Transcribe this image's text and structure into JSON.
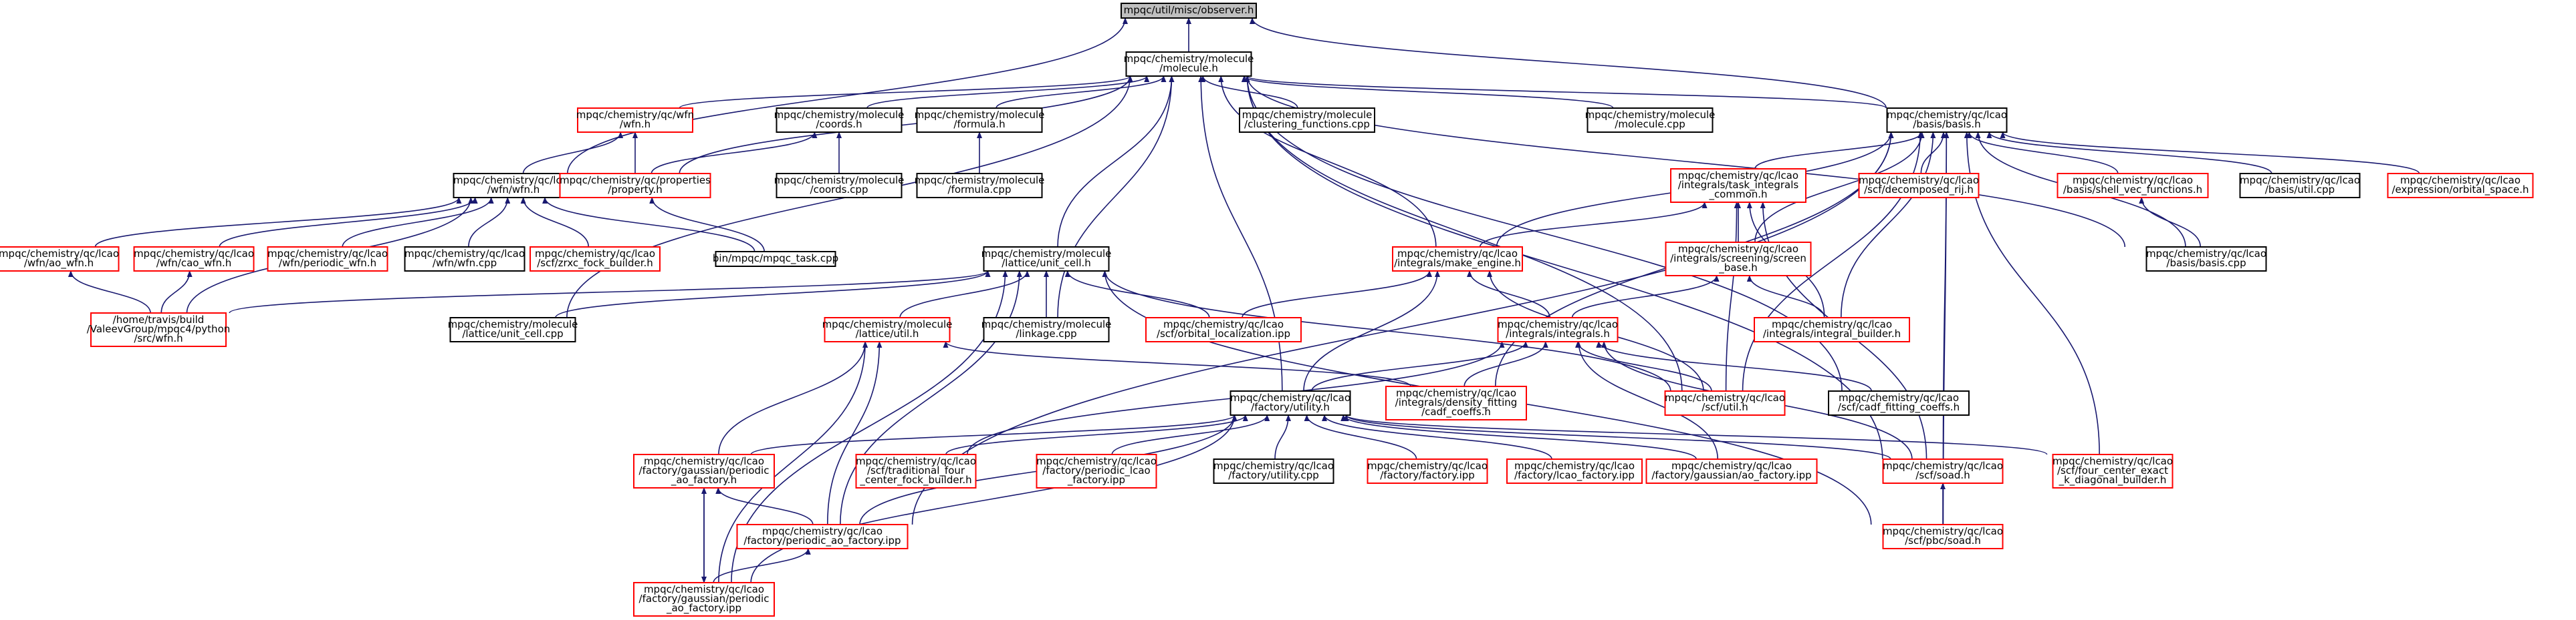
{
  "colors": {
    "edge": "#191970",
    "root_fill": "#bfbfbf",
    "external_border": "#ff0000",
    "node_border": "#000000",
    "background": "#ffffff"
  },
  "nodes": [
    {
      "id": "observer",
      "lines": [
        "mpqc/util/misc/observer.h"
      ],
      "style": "root"
    },
    {
      "id": "molecule_h",
      "lines": [
        "mpqc/chemistry/molecule",
        "/molecule.h"
      ],
      "style": "black"
    },
    {
      "id": "basis_h",
      "lines": [
        "mpqc/chemistry/qc/lcao",
        "/basis/basis.h"
      ],
      "style": "black"
    },
    {
      "id": "wfn_h",
      "lines": [
        "mpqc/chemistry/qc/wfn",
        "/wfn.h"
      ],
      "style": "red"
    },
    {
      "id": "coords_h",
      "lines": [
        "mpqc/chemistry/molecule",
        "/coords.h"
      ],
      "style": "black"
    },
    {
      "id": "formula_h",
      "lines": [
        "mpqc/chemistry/molecule",
        "/formula.h"
      ],
      "style": "black"
    },
    {
      "id": "clustering_cpp",
      "lines": [
        "mpqc/chemistry/molecule",
        "/clustering_functions.cpp"
      ],
      "style": "black"
    },
    {
      "id": "molecule_cpp",
      "lines": [
        "mpqc/chemistry/molecule",
        "/molecule.cpp"
      ],
      "style": "black"
    },
    {
      "id": "lcao_wfn_h",
      "lines": [
        "mpqc/chemistry/qc/lcao",
        "/wfn/wfn.h"
      ],
      "style": "black"
    },
    {
      "id": "property_h",
      "lines": [
        "mpqc/chemistry/qc/properties",
        "/property.h"
      ],
      "style": "red"
    },
    {
      "id": "coords_cpp",
      "lines": [
        "mpqc/chemistry/molecule",
        "/coords.cpp"
      ],
      "style": "black"
    },
    {
      "id": "formula_cpp",
      "lines": [
        "mpqc/chemistry/molecule",
        "/formula.cpp"
      ],
      "style": "black"
    },
    {
      "id": "task_integrals",
      "lines": [
        "mpqc/chemistry/qc/lcao",
        "/integrals/task_integrals",
        "_common.h"
      ],
      "style": "red"
    },
    {
      "id": "decomposed_rij",
      "lines": [
        "mpqc/chemistry/qc/lcao",
        "/scf/decomposed_rij.h"
      ],
      "style": "red"
    },
    {
      "id": "shell_vec",
      "lines": [
        "mpqc/chemistry/qc/lcao",
        "/basis/shell_vec_functions.h"
      ],
      "style": "red"
    },
    {
      "id": "basis_util_cpp",
      "lines": [
        "mpqc/chemistry/qc/lcao",
        "/basis/util.cpp"
      ],
      "style": "black"
    },
    {
      "id": "orbital_space",
      "lines": [
        "mpqc/chemistry/qc/lcao",
        "/expression/orbital_space.h"
      ],
      "style": "red"
    },
    {
      "id": "mpqc_task",
      "lines": [
        "bin/mpqc/mpqc_task.cpp"
      ],
      "style": "black"
    },
    {
      "id": "basis_cpp",
      "lines": [
        "mpqc/chemistry/qc/lcao",
        "/basis/basis.cpp"
      ],
      "style": "black"
    },
    {
      "id": "ao_wfn_h",
      "lines": [
        "mpqc/chemistry/qc/lcao",
        "/wfn/ao_wfn.h"
      ],
      "style": "red"
    },
    {
      "id": "cao_wfn_h",
      "lines": [
        "mpqc/chemistry/qc/lcao",
        "/wfn/cao_wfn.h"
      ],
      "style": "red"
    },
    {
      "id": "periodic_wfn_h",
      "lines": [
        "mpqc/chemistry/qc/lcao",
        "/wfn/periodic_wfn.h"
      ],
      "style": "red"
    },
    {
      "id": "wfn_cpp",
      "lines": [
        "mpqc/chemistry/qc/lcao",
        "/wfn/wfn.cpp"
      ],
      "style": "black"
    },
    {
      "id": "zrxc_fock",
      "lines": [
        "mpqc/chemistry/qc/lcao",
        "/scf/zrxc_fock_builder.h"
      ],
      "style": "red"
    },
    {
      "id": "unit_cell_h",
      "lines": [
        "mpqc/chemistry/molecule",
        "/lattice/unit_cell.h"
      ],
      "style": "black"
    },
    {
      "id": "make_engine",
      "lines": [
        "mpqc/chemistry/qc/lcao",
        "/integrals/make_engine.h"
      ],
      "style": "red"
    },
    {
      "id": "screen_base",
      "lines": [
        "mpqc/chemistry/qc/lcao",
        "/integrals/screening/screen",
        "_base.h"
      ],
      "style": "red"
    },
    {
      "id": "python_wfn",
      "lines": [
        "/home/travis/build",
        "/ValeevGroup/mpqc4/python",
        "/src/wfn.h"
      ],
      "style": "red"
    },
    {
      "id": "unit_cell_cpp",
      "lines": [
        "mpqc/chemistry/molecule",
        "/lattice/unit_cell.cpp"
      ],
      "style": "black"
    },
    {
      "id": "lattice_util",
      "lines": [
        "mpqc/chemistry/molecule",
        "/lattice/util.h"
      ],
      "style": "red"
    },
    {
      "id": "linkage_cpp",
      "lines": [
        "mpqc/chemistry/molecule",
        "/linkage.cpp"
      ],
      "style": "black"
    },
    {
      "id": "orbital_loc",
      "lines": [
        "mpqc/chemistry/qc/lcao",
        "/scf/orbital_localization.ipp"
      ],
      "style": "red"
    },
    {
      "id": "integrals_h",
      "lines": [
        "mpqc/chemistry/qc/lcao",
        "/integrals/integrals.h"
      ],
      "style": "red"
    },
    {
      "id": "integral_builder",
      "lines": [
        "mpqc/chemistry/qc/lcao",
        "/integrals/integral_builder.h"
      ],
      "style": "red"
    },
    {
      "id": "utility_h",
      "lines": [
        "mpqc/chemistry/qc/lcao",
        "/factory/utility.h"
      ],
      "style": "black"
    },
    {
      "id": "density_fitting",
      "lines": [
        "mpqc/chemistry/qc/lcao",
        "/integrals/density_fitting",
        "/cadf_coeffs.h"
      ],
      "style": "red"
    },
    {
      "id": "scf_cadf",
      "lines": [
        "mpqc/chemistry/qc/lcao",
        "/scf/cadf_fitting_coeffs.h"
      ],
      "style": "black"
    },
    {
      "id": "scf_util",
      "lines": [
        "mpqc/chemistry/qc/lcao",
        "/scf/util.h"
      ],
      "style": "red"
    },
    {
      "id": "gp_ao_factory_h",
      "lines": [
        "mpqc/chemistry/qc/lcao",
        "/factory/gaussian/periodic",
        "_ao_factory.h"
      ],
      "style": "red"
    },
    {
      "id": "trad_fock",
      "lines": [
        "mpqc/chemistry/qc/lcao",
        "/scf/traditional_four",
        "_center_fock_builder.h"
      ],
      "style": "red"
    },
    {
      "id": "periodic_lcao",
      "lines": [
        "mpqc/chemistry/qc/lcao",
        "/factory/periodic_lcao",
        "_factory.ipp"
      ],
      "style": "red"
    },
    {
      "id": "factory_util_cpp",
      "lines": [
        "mpqc/chemistry/qc/lcao",
        "/factory/utility.cpp"
      ],
      "style": "black"
    },
    {
      "id": "factory_ipp",
      "lines": [
        "mpqc/chemistry/qc/lcao",
        "/factory/factory.ipp"
      ],
      "style": "red"
    },
    {
      "id": "lcao_factory",
      "lines": [
        "mpqc/chemistry/qc/lcao",
        "/factory/lcao_factory.ipp"
      ],
      "style": "red"
    },
    {
      "id": "g_ao_factory",
      "lines": [
        "mpqc/chemistry/qc/lcao",
        "/factory/gaussian/ao_factory.ipp"
      ],
      "style": "red"
    },
    {
      "id": "soad_h",
      "lines": [
        "mpqc/chemistry/qc/lcao",
        "/scf/soad.h"
      ],
      "style": "red"
    },
    {
      "id": "four_center",
      "lines": [
        "mpqc/chemistry/qc/lcao",
        "/scf/four_center_exact",
        "_k_diagonal_builder.h"
      ],
      "style": "red"
    },
    {
      "id": "periodic_ao_factory_ipp",
      "lines": [
        "mpqc/chemistry/qc/lcao",
        "/factory/periodic_ao_factory.ipp"
      ],
      "style": "red"
    },
    {
      "id": "pbc_soad",
      "lines": [
        "mpqc/chemistry/qc/lcao",
        "/scf/pbc/soad.h"
      ],
      "style": "red"
    },
    {
      "id": "gp_ao_factory_ipp",
      "lines": [
        "mpqc/chemistry/qc/lcao",
        "/factory/gaussian/periodic",
        "_ao_factory.ipp"
      ],
      "style": "red"
    }
  ],
  "edges": [
    [
      "molecule_h",
      "observer"
    ],
    [
      "basis_h",
      "observer"
    ],
    [
      "lcao_wfn_h",
      "observer"
    ],
    [
      "basis_h",
      "molecule_h"
    ],
    [
      "wfn_h",
      "molecule_h"
    ],
    [
      "coords_h",
      "molecule_h"
    ],
    [
      "formula_h",
      "molecule_h"
    ],
    [
      "clustering_cpp",
      "molecule_h"
    ],
    [
      "molecule_cpp",
      "molecule_h"
    ],
    [
      "property_h",
      "molecule_h"
    ],
    [
      "unit_cell_h",
      "molecule_h"
    ],
    [
      "make_engine",
      "molecule_h"
    ],
    [
      "linkage_cpp",
      "molecule_h"
    ],
    [
      "utility_h",
      "molecule_h"
    ],
    [
      "scf_util",
      "molecule_h"
    ],
    [
      "unit_cell_cpp",
      "molecule_h"
    ],
    [
      "soad_h",
      "molecule_h"
    ],
    [
      "scf_cadf",
      "molecule_h"
    ],
    [
      "basis_cpp",
      "molecule_h"
    ],
    [
      "lcao_wfn_h",
      "wfn_h"
    ],
    [
      "property_h",
      "wfn_h"
    ],
    [
      "property_h",
      "coords_h"
    ],
    [
      "coords_cpp",
      "coords_h"
    ],
    [
      "formula_cpp",
      "formula_h"
    ],
    [
      "mpqc_task",
      "property_h"
    ],
    [
      "ao_wfn_h",
      "lcao_wfn_h"
    ],
    [
      "cao_wfn_h",
      "lcao_wfn_h"
    ],
    [
      "periodic_wfn_h",
      "lcao_wfn_h"
    ],
    [
      "wfn_cpp",
      "lcao_wfn_h"
    ],
    [
      "zrxc_fock",
      "lcao_wfn_h"
    ],
    [
      "mpqc_task",
      "lcao_wfn_h"
    ],
    [
      "python_wfn",
      "lcao_wfn_h"
    ],
    [
      "property_h",
      "lcao_wfn_h"
    ],
    [
      "python_wfn",
      "ao_wfn_h"
    ],
    [
      "python_wfn",
      "cao_wfn_h"
    ],
    [
      "task_integrals",
      "basis_h"
    ],
    [
      "decomposed_rij",
      "basis_h"
    ],
    [
      "shell_vec",
      "basis_h"
    ],
    [
      "basis_util_cpp",
      "basis_h"
    ],
    [
      "orbital_space",
      "basis_h"
    ],
    [
      "basis_cpp",
      "basis_h"
    ],
    [
      "make_engine",
      "basis_h"
    ],
    [
      "screen_base",
      "basis_h"
    ],
    [
      "integral_builder",
      "basis_h"
    ],
    [
      "density_fitting",
      "basis_h"
    ],
    [
      "soad_h",
      "basis_h"
    ],
    [
      "four_center",
      "basis_h"
    ],
    [
      "pbc_soad",
      "basis_h"
    ],
    [
      "scf_util",
      "basis_h"
    ],
    [
      "periodic_ao_factory_ipp",
      "basis_h"
    ],
    [
      "basis_cpp",
      "shell_vec"
    ],
    [
      "make_engine",
      "task_integrals"
    ],
    [
      "screen_base",
      "task_integrals"
    ],
    [
      "integral_builder",
      "task_integrals"
    ],
    [
      "scf_util",
      "task_integrals"
    ],
    [
      "soad_h",
      "task_integrals"
    ],
    [
      "integrals_h",
      "screen_base"
    ],
    [
      "integral_builder",
      "screen_base"
    ],
    [
      "lattice_util",
      "unit_cell_h"
    ],
    [
      "unit_cell_cpp",
      "unit_cell_h"
    ],
    [
      "linkage_cpp",
      "unit_cell_h"
    ],
    [
      "orbital_loc",
      "unit_cell_h"
    ],
    [
      "python_wfn",
      "unit_cell_h"
    ],
    [
      "periodic_ao_factory_ipp",
      "unit_cell_h"
    ],
    [
      "gp_ao_factory_ipp",
      "unit_cell_h"
    ],
    [
      "scf_util",
      "unit_cell_h"
    ],
    [
      "pbc_soad",
      "unit_cell_h"
    ],
    [
      "orbital_loc",
      "make_engine"
    ],
    [
      "integrals_h",
      "make_engine"
    ],
    [
      "utility_h",
      "make_engine"
    ],
    [
      "scf_util",
      "make_engine"
    ],
    [
      "gp_ao_factory_h",
      "lattice_util"
    ],
    [
      "periodic_ao_factory_ipp",
      "lattice_util"
    ],
    [
      "gp_ao_factory_ipp",
      "lattice_util"
    ],
    [
      "density_fitting",
      "lattice_util"
    ],
    [
      "utility_h",
      "integrals_h"
    ],
    [
      "density_fitting",
      "integrals_h"
    ],
    [
      "scf_cadf",
      "integrals_h"
    ],
    [
      "scf_util",
      "integrals_h"
    ],
    [
      "trad_fock",
      "integrals_h"
    ],
    [
      "g_ao_factory",
      "integrals_h"
    ],
    [
      "soad_h",
      "integrals_h"
    ],
    [
      "gp_ao_factory_h",
      "utility_h"
    ],
    [
      "trad_fock",
      "utility_h"
    ],
    [
      "periodic_lcao",
      "utility_h"
    ],
    [
      "factory_util_cpp",
      "utility_h"
    ],
    [
      "factory_ipp",
      "utility_h"
    ],
    [
      "lcao_factory",
      "utility_h"
    ],
    [
      "g_ao_factory",
      "utility_h"
    ],
    [
      "soad_h",
      "utility_h"
    ],
    [
      "four_center",
      "utility_h"
    ],
    [
      "periodic_ao_factory_ipp",
      "utility_h"
    ],
    [
      "gp_ao_factory_ipp",
      "utility_h"
    ],
    [
      "periodic_ao_factory_ipp",
      "gp_ao_factory_h"
    ],
    [
      "gp_ao_factory_ipp",
      "gp_ao_factory_h"
    ],
    [
      "gp_ao_factory_h",
      "gp_ao_factory_ipp"
    ],
    [
      "gp_ao_factory_ipp",
      "periodic_ao_factory_ipp"
    ],
    [
      "pbc_soad",
      "soad_h"
    ]
  ]
}
